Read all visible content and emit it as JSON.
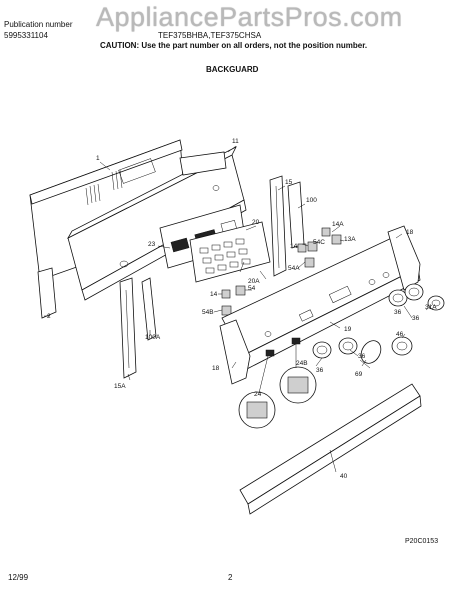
{
  "watermark": "AppliancePartsPros.com",
  "header": {
    "publication_label": "Publication number",
    "publication_number": "5995331104",
    "models": "TEF375BHBA,TEF375CHSA",
    "caution": "CAUTION:  Use the part number on all orders, not the position number.",
    "section": "BACKGUARD"
  },
  "callouts": {
    "1": "1",
    "11": "11",
    "20": "20",
    "23": "23",
    "20A": "20A",
    "15": "15",
    "100": "100",
    "18_top": "18",
    "14A": "14A",
    "13A": "13A",
    "14_right": "14",
    "54C": "54C",
    "54A": "54A",
    "14_left": "14",
    "54": "54",
    "54B": "54B",
    "2": "2",
    "15A": "15A",
    "100A": "100A",
    "19": "19",
    "31A": "31A",
    "36_upper": "36",
    "36_mid": "36",
    "46": "46",
    "36_knob": "36",
    "36_lower": "36",
    "69": "69",
    "18_left": "18",
    "24B": "24B",
    "24": "24",
    "40": "40"
  },
  "figure_code": "P20C0153",
  "footer": {
    "date": "12/99",
    "page": "2"
  }
}
